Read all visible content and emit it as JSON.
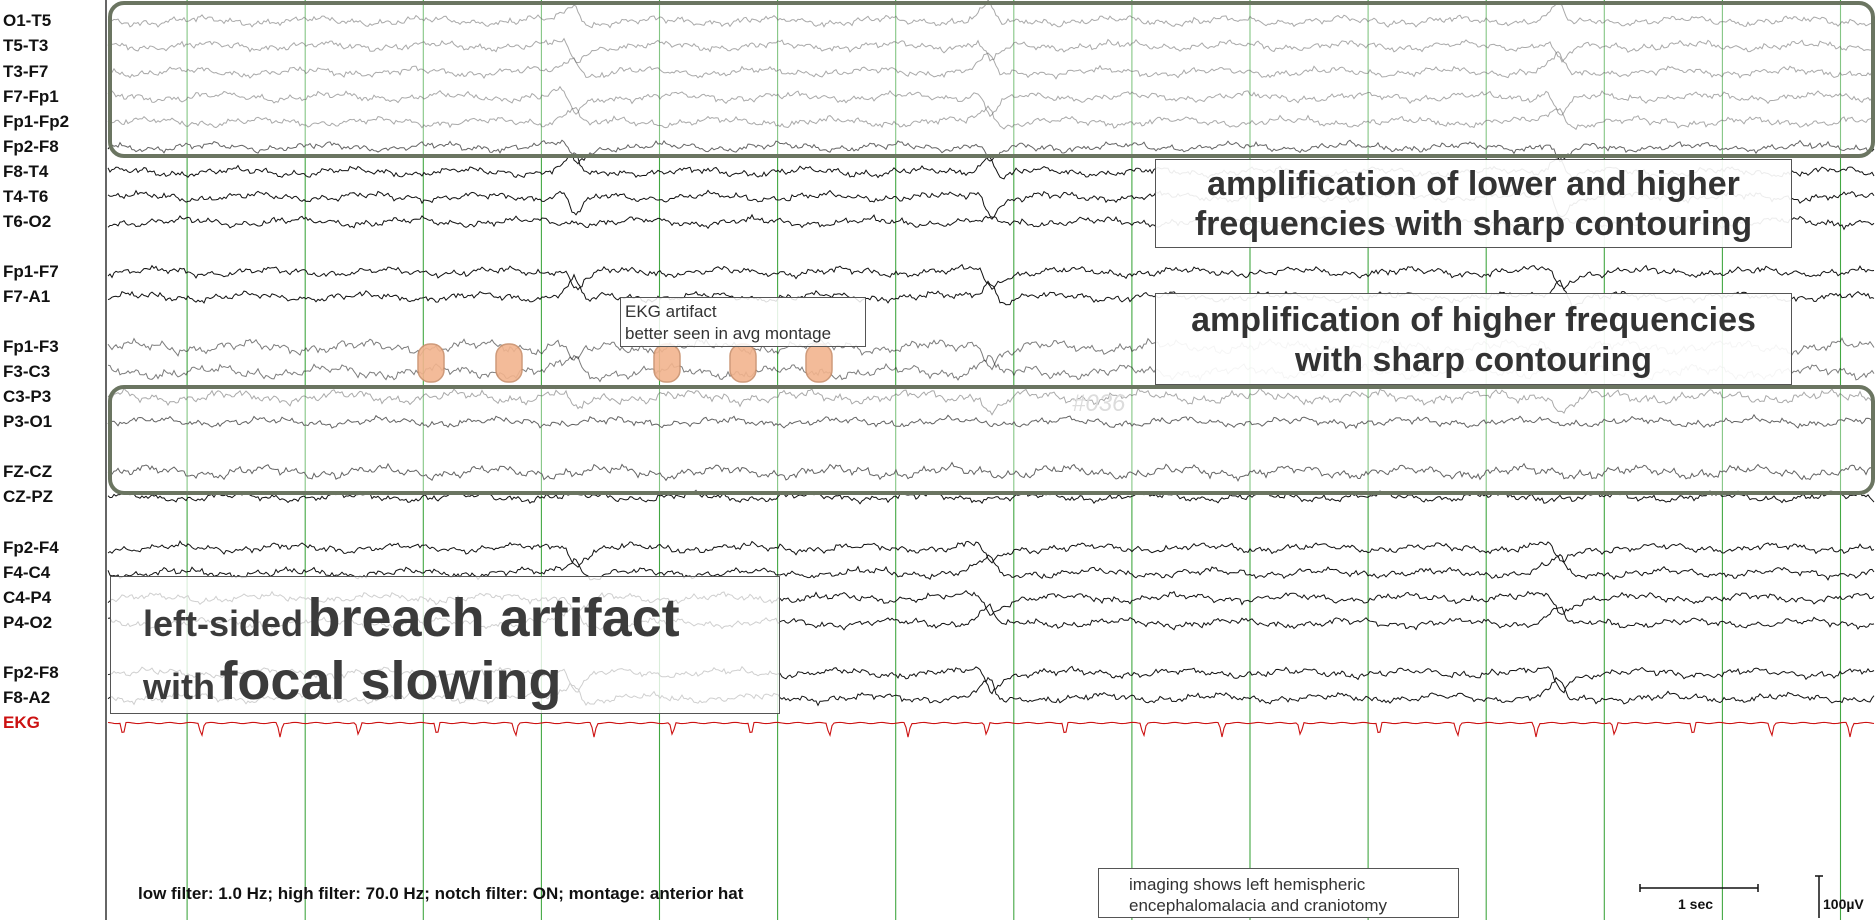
{
  "channels": [
    {
      "name": "O1-T5",
      "color": "#111111",
      "group": "outline"
    },
    {
      "name": "T5-T3",
      "color": "#111111",
      "group": "outline"
    },
    {
      "name": "T3-F7",
      "color": "#111111",
      "group": "outline"
    },
    {
      "name": "F7-Fp1",
      "color": "#111111",
      "group": "outline"
    },
    {
      "name": "Fp1-Fp2",
      "color": "#111111",
      "group": "outline"
    },
    {
      "name": "Fp2-F8",
      "color": "#111111",
      "group": "normal"
    },
    {
      "name": "F8-T4",
      "color": "#111111",
      "group": "normal"
    },
    {
      "name": "T4-T6",
      "color": "#111111",
      "group": "normal"
    },
    {
      "name": "T6-O2",
      "color": "#111111",
      "group": "normal"
    },
    {
      "name": "Fp1-F7",
      "color": "#111111",
      "group": "normal"
    },
    {
      "name": "F7-A1",
      "color": "#111111",
      "group": "normal"
    },
    {
      "name": "Fp1-F3",
      "color": "#111111",
      "group": "outline"
    },
    {
      "name": "F3-C3",
      "color": "#111111",
      "group": "outline"
    },
    {
      "name": "C3-P3",
      "color": "#111111",
      "group": "outline"
    },
    {
      "name": "P3-O1",
      "color": "#111111",
      "group": "normal"
    },
    {
      "name": "FZ-CZ",
      "color": "#111111",
      "group": "normal"
    },
    {
      "name": "CZ-PZ",
      "color": "#111111",
      "group": "normal"
    },
    {
      "name": "Fp2-F4",
      "color": "#111111",
      "group": "normal"
    },
    {
      "name": "F4-C4",
      "color": "#111111",
      "group": "normal"
    },
    {
      "name": "C4-P4",
      "color": "#111111",
      "group": "normal"
    },
    {
      "name": "P4-O2",
      "color": "#111111",
      "group": "normal"
    },
    {
      "name": "Fp2-F8",
      "color": "#111111",
      "group": "normal"
    },
    {
      "name": "F8-A2",
      "color": "#111111",
      "group": "normal"
    },
    {
      "name": "EKG",
      "color": "#cc1111",
      "group": "ekg"
    }
  ],
  "annotations": {
    "sharp_lower_higher": [
      "amplification of lower and higher",
      "frequencies with sharp contouring"
    ],
    "sharp_higher": [
      "amplification of higher frequencies",
      "with sharp contouring"
    ],
    "ekg_artifact": [
      "EKG artifact",
      "better seen in avg montage"
    ],
    "breach": {
      "line1_small": "left-sided",
      "line1_large": "breach artifact",
      "line2_small": "with",
      "line2_large": "focal slowing"
    },
    "imaging": [
      "imaging shows left hemispheric",
      "encephalomalacia and craniotomy"
    ]
  },
  "filter_settings": "low filter: 1.0 Hz; high filter: 70.0 Hz; notch filter: ON; montage: anterior hat",
  "scale": {
    "time_label": "1 sec",
    "amplitude_label": "100µV"
  },
  "watermark": "#036",
  "colors": {
    "trace": "#111111",
    "ekg_trace": "#cc1111",
    "gridline": "#2e9e2e",
    "outline_box": "#6b7561",
    "marker_fill": "#f2b48e",
    "marker_stroke": "#c9906c"
  }
}
